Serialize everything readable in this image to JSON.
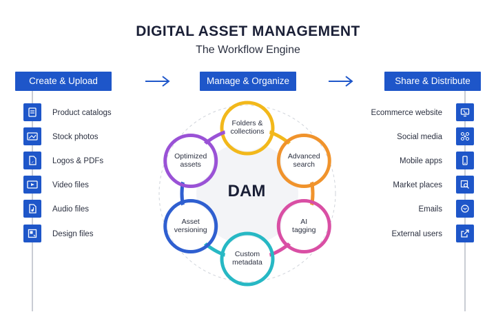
{
  "title": "DIGITAL ASSET MANAGEMENT",
  "subtitle": "The Workflow Engine",
  "columns": {
    "create": {
      "label": "Create & Upload"
    },
    "manage": {
      "label": "Manage & Organize"
    },
    "share": {
      "label": "Share & Distribute"
    }
  },
  "create_items": [
    {
      "label": "Product catalogs",
      "icon": "catalog-icon"
    },
    {
      "label": "Stock photos",
      "icon": "photo-icon"
    },
    {
      "label": "Logos & PDFs",
      "icon": "pdf-icon"
    },
    {
      "label": "Video files",
      "icon": "video-icon"
    },
    {
      "label": "Audio files",
      "icon": "audio-icon"
    },
    {
      "label": "Design files",
      "icon": "design-icon"
    }
  ],
  "share_items": [
    {
      "label": "Ecommerce website",
      "icon": "ecommerce-icon"
    },
    {
      "label": "Social media",
      "icon": "social-icon"
    },
    {
      "label": "Mobile apps",
      "icon": "mobile-icon"
    },
    {
      "label": "Market places",
      "icon": "marketplace-icon"
    },
    {
      "label": "Emails",
      "icon": "email-icon"
    },
    {
      "label": "External users",
      "icon": "external-link-icon"
    }
  ],
  "hub": {
    "label": "DAM"
  },
  "nodes": [
    {
      "label_line1": "Folders &",
      "label_line2": "collections",
      "color": "#f2b81b"
    },
    {
      "label_line1": "Advanced",
      "label_line2": "search",
      "color": "#f0932c"
    },
    {
      "label_line1": "AI",
      "label_line2": "tagging",
      "color": "#d94fa4"
    },
    {
      "label_line1": "Custom",
      "label_line2": "metadata",
      "color": "#27b8c4"
    },
    {
      "label_line1": "Asset",
      "label_line2": "versioning",
      "color": "#2f5fd0"
    },
    {
      "label_line1": "Optimized",
      "label_line2": "assets",
      "color": "#9a52d6"
    }
  ],
  "colors": {
    "accent": "#1e56c9",
    "line": "#c9ccd4"
  }
}
